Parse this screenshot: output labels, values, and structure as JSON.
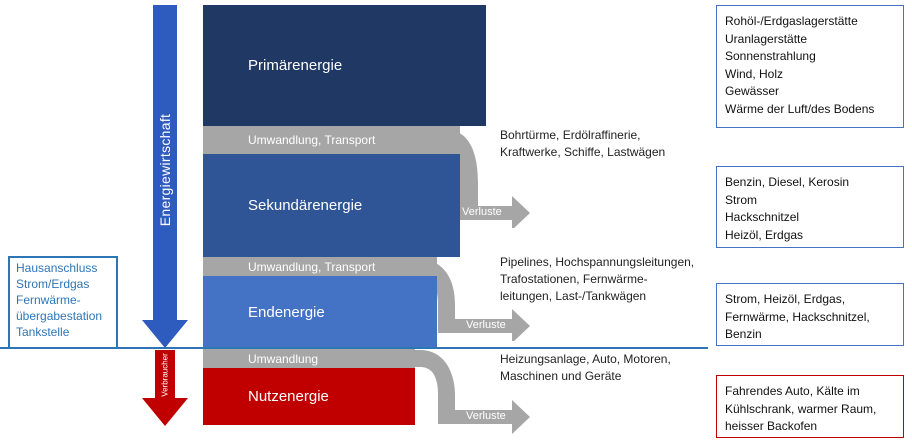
{
  "colors": {
    "primary": "#1f3864",
    "secondary": "#2f5597",
    "final": "#4472c4",
    "useful": "#c00000",
    "band": "#a6a6a6",
    "arrow_blue": "#2e5bbe",
    "arrow_red": "#c00000",
    "box_blue": "#4472c4",
    "box_red": "#c00000",
    "consumer_text": "#2e75b6"
  },
  "labels": {
    "energiewirtschaft": "Energiewirtschaft",
    "verbraucher": "Verbraucher"
  },
  "consumer_box": [
    "Hausanschluss",
    "Strom/Erdgas",
    "Fernwärme-",
    "übergabestation",
    "Tankstelle"
  ],
  "blocks": {
    "primary": "Primärenergie",
    "secondary": "Sekundärenergie",
    "final": "Endenergie",
    "useful": "Nutzenergie"
  },
  "bands": {
    "conv1": "Umwandlung, Transport",
    "conv2": "Umwandlung, Transport",
    "conv3": "Umwandlung"
  },
  "losses": {
    "l1": "Verluste",
    "l2": "Verluste",
    "l3": "Verluste"
  },
  "descriptions": {
    "d1": "Bohrtürme, Erdölraffinerie,\nKraftwerke, Schiffe, Lastwägen",
    "d2": "Pipelines, Hochspannungsleitungen,\nTrafostationen, Fernwärme-\nleitungen, Last-/Tankwägen",
    "d3": "Heizungsanlage, Auto, Motoren,\nMaschinen und Geräte"
  },
  "examples": {
    "primary": "Rohöl-/Erdgaslagerstätte\nUranlagerstätte\nSonnenstrahlung\nWind, Holz\nGewässer\nWärme der Luft/des Bodens",
    "secondary": "Benzin, Diesel, Kerosin\nStrom\nHackschnitzel\nHeizöl, Erdgas",
    "final": "Strom, Heizöl, Erdgas,\nFernwärme, Hackschnitzel,\nBenzin",
    "useful": "Fahrendes Auto, Kälte im\nKühlschrank, warmer Raum,\nheisser Backofen"
  }
}
